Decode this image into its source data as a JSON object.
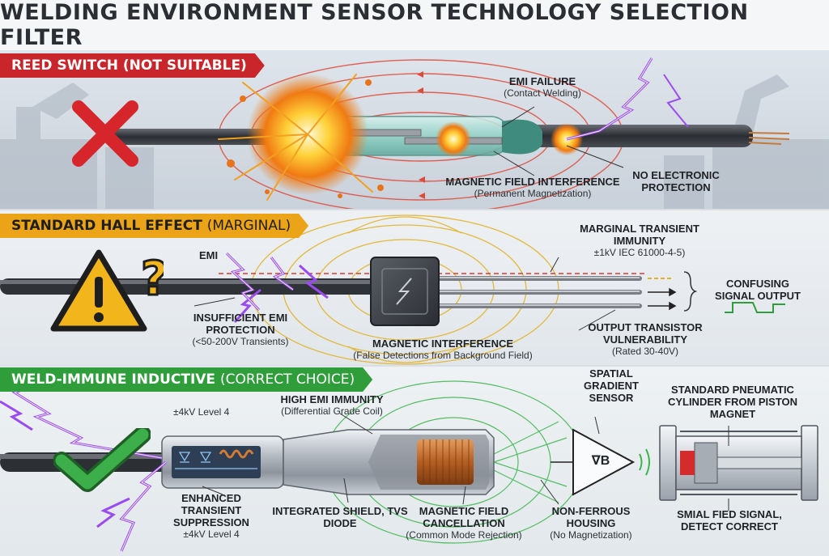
{
  "title": "WELDING ENVIRONMENT SENSOR TECHNOLOGY SELECTION FILTER",
  "colors": {
    "red": "#c8262b",
    "orange": "#e8a11c",
    "green": "#2e9d3a",
    "purple": "#8b3fe0"
  },
  "reed": {
    "banner": "REED SWITCH (NOT SUITABLE)",
    "status_icon": "x-mark-icon",
    "emi_failure": {
      "title": "EMI FAILURE",
      "sub": "(Contact Welding)"
    },
    "magnetic": {
      "title": "MAGNETIC FIELD INTERFERENCE",
      "sub": "(Permanent Magnetization)"
    },
    "no_protection": {
      "title": "NO ELECTRONIC PROTECTION"
    }
  },
  "hall": {
    "banner_main": "STANDARD HALL EFFECT",
    "banner_paren": "(MARGINAL)",
    "status_icon": "warning-question-icon",
    "emi": "EMI",
    "marginal": {
      "title": "MARGINAL TRANSIENT IMMUNITY",
      "sub": "±1kV IEC 61000-4-5)"
    },
    "confusing": "CONFUSING SIGNAL OUTPUT",
    "insufficient": {
      "title": "INSUFFICIENT EMI PROTECTION",
      "sub": "(<50-200V Transients)"
    },
    "magnetic": {
      "title": "MAGNETIC INTERFERENCE",
      "sub": "(False Detections from Background Field)"
    },
    "output": {
      "title": "OUTPUT TRANSISTOR VULNERABILITY",
      "sub": "(Rated 30-40V)"
    }
  },
  "inductive": {
    "banner_main": "WELD-IMMUNE INDUCTIVE",
    "banner_paren": "(CORRECT CHOICE)",
    "status_icon": "check-mark-icon",
    "level_top": "±4kV Level 4",
    "high_emi": {
      "title": "HIGH EMI IMMUNITY",
      "sub": "(Differential Grade Coil)"
    },
    "spatial": {
      "title": "SPATIAL GRADIENT SENSOR"
    },
    "sensor_symbol": "∇B",
    "pneumatic": {
      "title": "STANDARD PNEUMATIC CYLINDER FROM PISTON MAGNET"
    },
    "enhanced": {
      "title": "ENHANCED TRANSIENT SUPPRESSION",
      "sub": "±4kV Level 4"
    },
    "shield": {
      "title": "INTEGRATED SHIELD, TVS DIODE"
    },
    "cancellation": {
      "title": "MAGNETIC FIELD CANCELLATION",
      "sub": "(Common Mode Rejection)"
    },
    "housing": {
      "title": "NON-FERROUS HOUSING",
      "sub": "(No Magnetization)"
    },
    "signal": {
      "title": "SMIAL FIED SIGNAL, DETECT CORRECT"
    }
  }
}
